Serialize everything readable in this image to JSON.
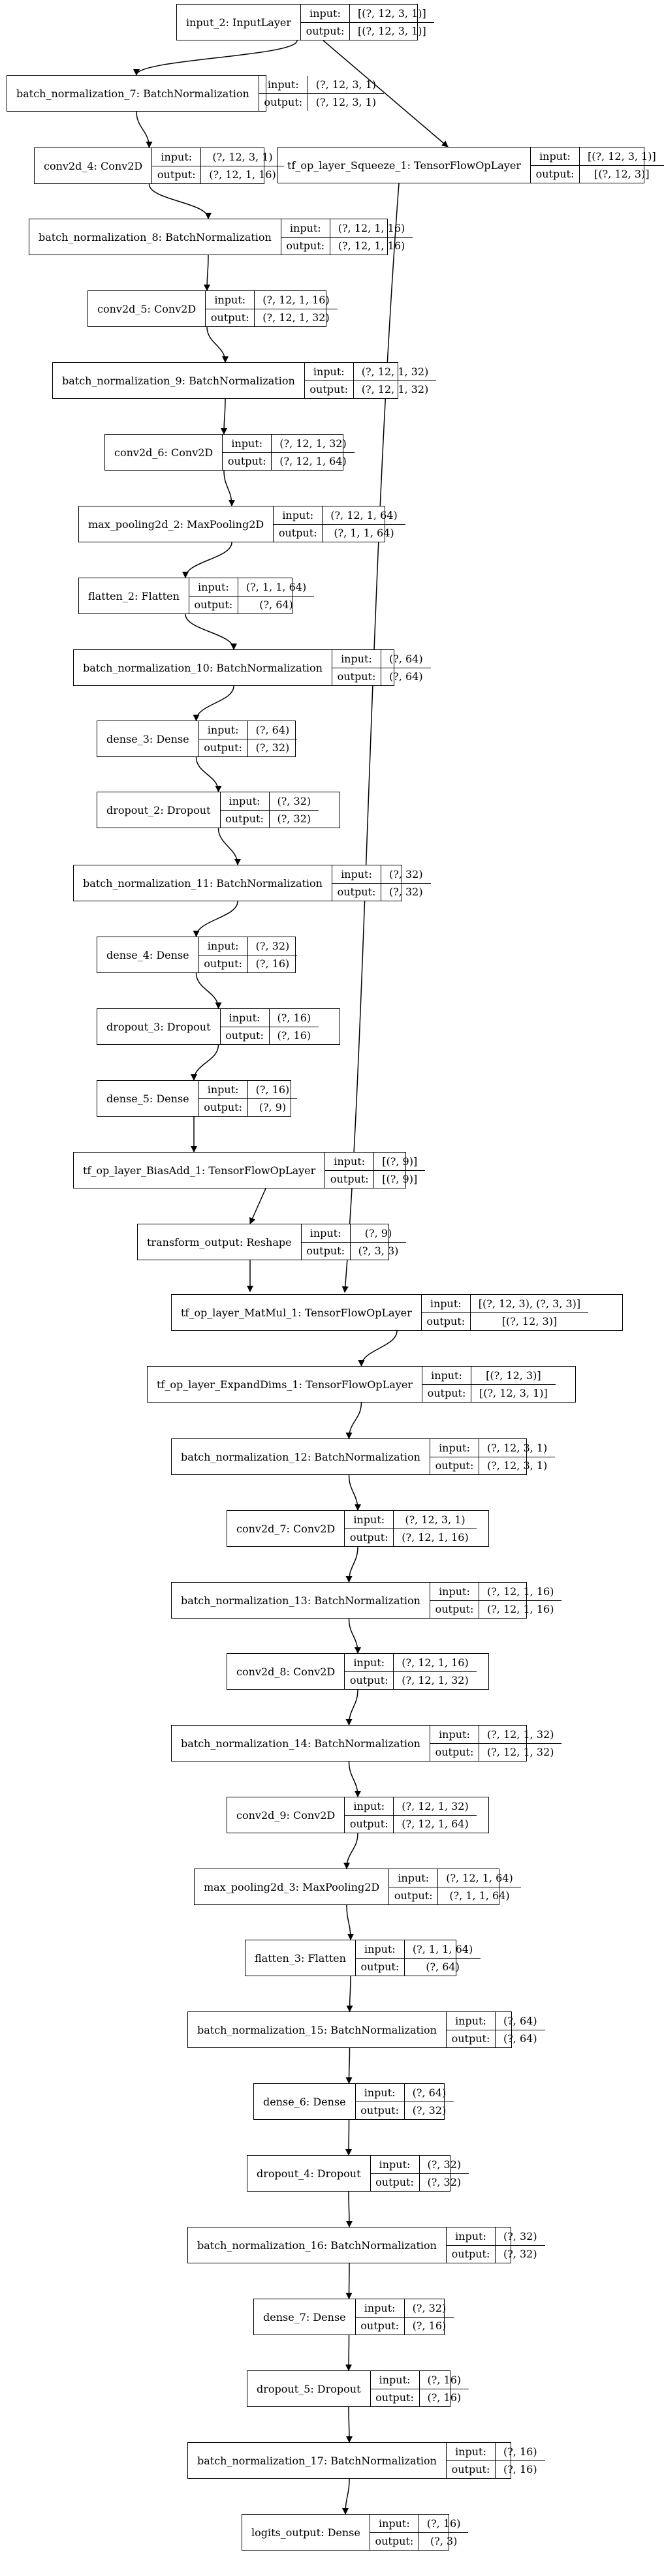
{
  "labels": {
    "input": "input:",
    "output": "output:"
  },
  "nodes": [
    {
      "id": "input_2",
      "name": "input_2: InputLayer",
      "input": "[(?, 12, 3, 1)]",
      "output": "[(?, 12, 3, 1)]"
    },
    {
      "id": "bn7",
      "name": "batch_normalization_7: BatchNormalization",
      "input": "(?, 12, 3, 1)",
      "output": "(?, 12, 3, 1)"
    },
    {
      "id": "squeeze1",
      "name": "tf_op_layer_Squeeze_1: TensorFlowOpLayer",
      "input": "[(?, 12, 3, 1)]",
      "output": "[(?, 12, 3)]"
    },
    {
      "id": "conv4",
      "name": "conv2d_4: Conv2D",
      "input": "(?, 12, 3, 1)",
      "output": "(?, 12, 1, 16)"
    },
    {
      "id": "bn8",
      "name": "batch_normalization_8: BatchNormalization",
      "input": "(?, 12, 1, 16)",
      "output": "(?, 12, 1, 16)"
    },
    {
      "id": "conv5",
      "name": "conv2d_5: Conv2D",
      "input": "(?, 12, 1, 16)",
      "output": "(?, 12, 1, 32)"
    },
    {
      "id": "bn9",
      "name": "batch_normalization_9: BatchNormalization",
      "input": "(?, 12, 1, 32)",
      "output": "(?, 12, 1, 32)"
    },
    {
      "id": "conv6",
      "name": "conv2d_6: Conv2D",
      "input": "(?, 12, 1, 32)",
      "output": "(?, 12, 1, 64)"
    },
    {
      "id": "mp2",
      "name": "max_pooling2d_2: MaxPooling2D",
      "input": "(?, 12, 1, 64)",
      "output": "(?, 1, 1, 64)"
    },
    {
      "id": "flat2",
      "name": "flatten_2: Flatten",
      "input": "(?, 1, 1, 64)",
      "output": "(?, 64)"
    },
    {
      "id": "bn10",
      "name": "batch_normalization_10: BatchNormalization",
      "input": "(?, 64)",
      "output": "(?, 64)"
    },
    {
      "id": "dense3",
      "name": "dense_3: Dense",
      "input": "(?, 64)",
      "output": "(?, 32)"
    },
    {
      "id": "drop2",
      "name": "dropout_2: Dropout",
      "input": "(?, 32)",
      "output": "(?, 32)"
    },
    {
      "id": "bn11",
      "name": "batch_normalization_11: BatchNormalization",
      "input": "(?, 32)",
      "output": "(?, 32)"
    },
    {
      "id": "dense4",
      "name": "dense_4: Dense",
      "input": "(?, 32)",
      "output": "(?, 16)"
    },
    {
      "id": "drop3",
      "name": "dropout_3: Dropout",
      "input": "(?, 16)",
      "output": "(?, 16)"
    },
    {
      "id": "dense5",
      "name": "dense_5: Dense",
      "input": "(?, 16)",
      "output": "(?, 9)"
    },
    {
      "id": "biasadd1",
      "name": "tf_op_layer_BiasAdd_1: TensorFlowOpLayer",
      "input": "[(?, 9)]",
      "output": "[(?, 9)]"
    },
    {
      "id": "transform",
      "name": "transform_output: Reshape",
      "input": "(?, 9)",
      "output": "(?, 3, 3)"
    },
    {
      "id": "matmul1",
      "name": "tf_op_layer_MatMul_1: TensorFlowOpLayer",
      "input": "[(?, 12, 3), (?, 3, 3)]",
      "output": "[(?, 12, 3)]"
    },
    {
      "id": "expand1",
      "name": "tf_op_layer_ExpandDims_1: TensorFlowOpLayer",
      "input": "[(?, 12, 3)]",
      "output": "[(?, 12, 3, 1)]"
    },
    {
      "id": "bn12",
      "name": "batch_normalization_12: BatchNormalization",
      "input": "(?, 12, 3, 1)",
      "output": "(?, 12, 3, 1)"
    },
    {
      "id": "conv7",
      "name": "conv2d_7: Conv2D",
      "input": "(?, 12, 3, 1)",
      "output": "(?, 12, 1, 16)"
    },
    {
      "id": "bn13",
      "name": "batch_normalization_13: BatchNormalization",
      "input": "(?, 12, 1, 16)",
      "output": "(?, 12, 1, 16)"
    },
    {
      "id": "conv8",
      "name": "conv2d_8: Conv2D",
      "input": "(?, 12, 1, 16)",
      "output": "(?, 12, 1, 32)"
    },
    {
      "id": "bn14",
      "name": "batch_normalization_14: BatchNormalization",
      "input": "(?, 12, 1, 32)",
      "output": "(?, 12, 1, 32)"
    },
    {
      "id": "conv9",
      "name": "conv2d_9: Conv2D",
      "input": "(?, 12, 1, 32)",
      "output": "(?, 12, 1, 64)"
    },
    {
      "id": "mp3",
      "name": "max_pooling2d_3: MaxPooling2D",
      "input": "(?, 12, 1, 64)",
      "output": "(?, 1, 1, 64)"
    },
    {
      "id": "flat3",
      "name": "flatten_3: Flatten",
      "input": "(?, 1, 1, 64)",
      "output": "(?, 64)"
    },
    {
      "id": "bn15",
      "name": "batch_normalization_15: BatchNormalization",
      "input": "(?, 64)",
      "output": "(?, 64)"
    },
    {
      "id": "dense6",
      "name": "dense_6: Dense",
      "input": "(?, 64)",
      "output": "(?, 32)"
    },
    {
      "id": "drop4",
      "name": "dropout_4: Dropout",
      "input": "(?, 32)",
      "output": "(?, 32)"
    },
    {
      "id": "bn16",
      "name": "batch_normalization_16: BatchNormalization",
      "input": "(?, 32)",
      "output": "(?, 32)"
    },
    {
      "id": "dense7",
      "name": "dense_7: Dense",
      "input": "(?, 32)",
      "output": "(?, 16)"
    },
    {
      "id": "drop5",
      "name": "dropout_5: Dropout",
      "input": "(?, 16)",
      "output": "(?, 16)"
    },
    {
      "id": "bn17",
      "name": "batch_normalization_17: BatchNormalization",
      "input": "(?, 16)",
      "output": "(?, 16)"
    },
    {
      "id": "logits",
      "name": "logits_output: Dense",
      "input": "(?, 16)",
      "output": "(?, 3)"
    }
  ],
  "edges": [
    [
      "input_2",
      "bn7"
    ],
    [
      "input_2",
      "squeeze1"
    ],
    [
      "bn7",
      "conv4"
    ],
    [
      "conv4",
      "bn8"
    ],
    [
      "bn8",
      "conv5"
    ],
    [
      "conv5",
      "bn9"
    ],
    [
      "bn9",
      "conv6"
    ],
    [
      "conv6",
      "mp2"
    ],
    [
      "mp2",
      "flat2"
    ],
    [
      "flat2",
      "bn10"
    ],
    [
      "bn10",
      "dense3"
    ],
    [
      "dense3",
      "drop2"
    ],
    [
      "drop2",
      "bn11"
    ],
    [
      "bn11",
      "dense4"
    ],
    [
      "dense4",
      "drop3"
    ],
    [
      "drop3",
      "dense5"
    ],
    [
      "dense5",
      "biasadd1"
    ],
    [
      "biasadd1",
      "transform"
    ],
    [
      "transform",
      "matmul1"
    ],
    [
      "squeeze1",
      "matmul1"
    ],
    [
      "matmul1",
      "expand1"
    ],
    [
      "expand1",
      "bn12"
    ],
    [
      "bn12",
      "conv7"
    ],
    [
      "conv7",
      "bn13"
    ],
    [
      "bn13",
      "conv8"
    ],
    [
      "conv8",
      "bn14"
    ],
    [
      "bn14",
      "conv9"
    ],
    [
      "conv9",
      "mp3"
    ],
    [
      "mp3",
      "flat3"
    ],
    [
      "flat3",
      "bn15"
    ],
    [
      "bn15",
      "dense6"
    ],
    [
      "dense6",
      "drop4"
    ],
    [
      "drop4",
      "bn16"
    ],
    [
      "bn16",
      "dense7"
    ],
    [
      "dense7",
      "drop5"
    ],
    [
      "drop5",
      "bn17"
    ],
    [
      "bn17",
      "logits"
    ]
  ]
}
